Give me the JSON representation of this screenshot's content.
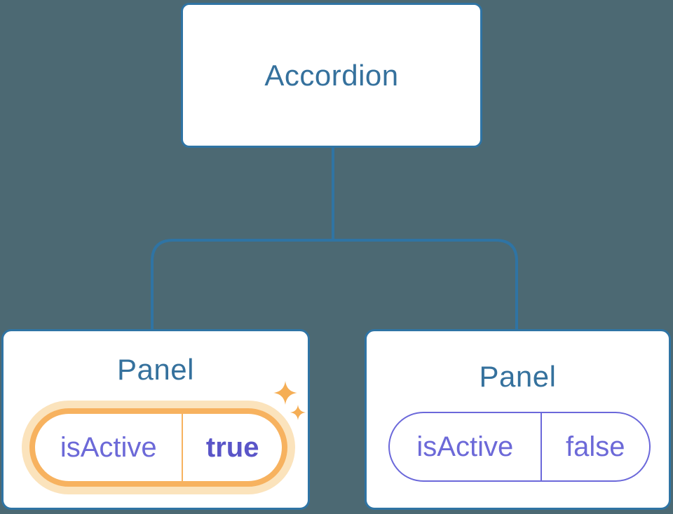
{
  "diagram": {
    "root": {
      "label": "Accordion"
    },
    "panels": [
      {
        "label": "Panel",
        "prop_name": "isActive",
        "prop_value": "true",
        "active": true
      },
      {
        "label": "Panel",
        "prop_name": "isActive",
        "prop_value": "false",
        "active": false
      }
    ]
  },
  "colors": {
    "background": "#4C6973",
    "node_fill": "#FFFFFF",
    "node_border": "#2F74A4",
    "node_text": "#35719D",
    "prop_text": "#6C69D8",
    "prop_value_active_text": "#5A55C8",
    "prop_border_inactive": "#6B68DA",
    "highlight_border": "#F7B25F",
    "highlight_glow": "#FBE3BC",
    "sparkle": "#F5AE55"
  }
}
